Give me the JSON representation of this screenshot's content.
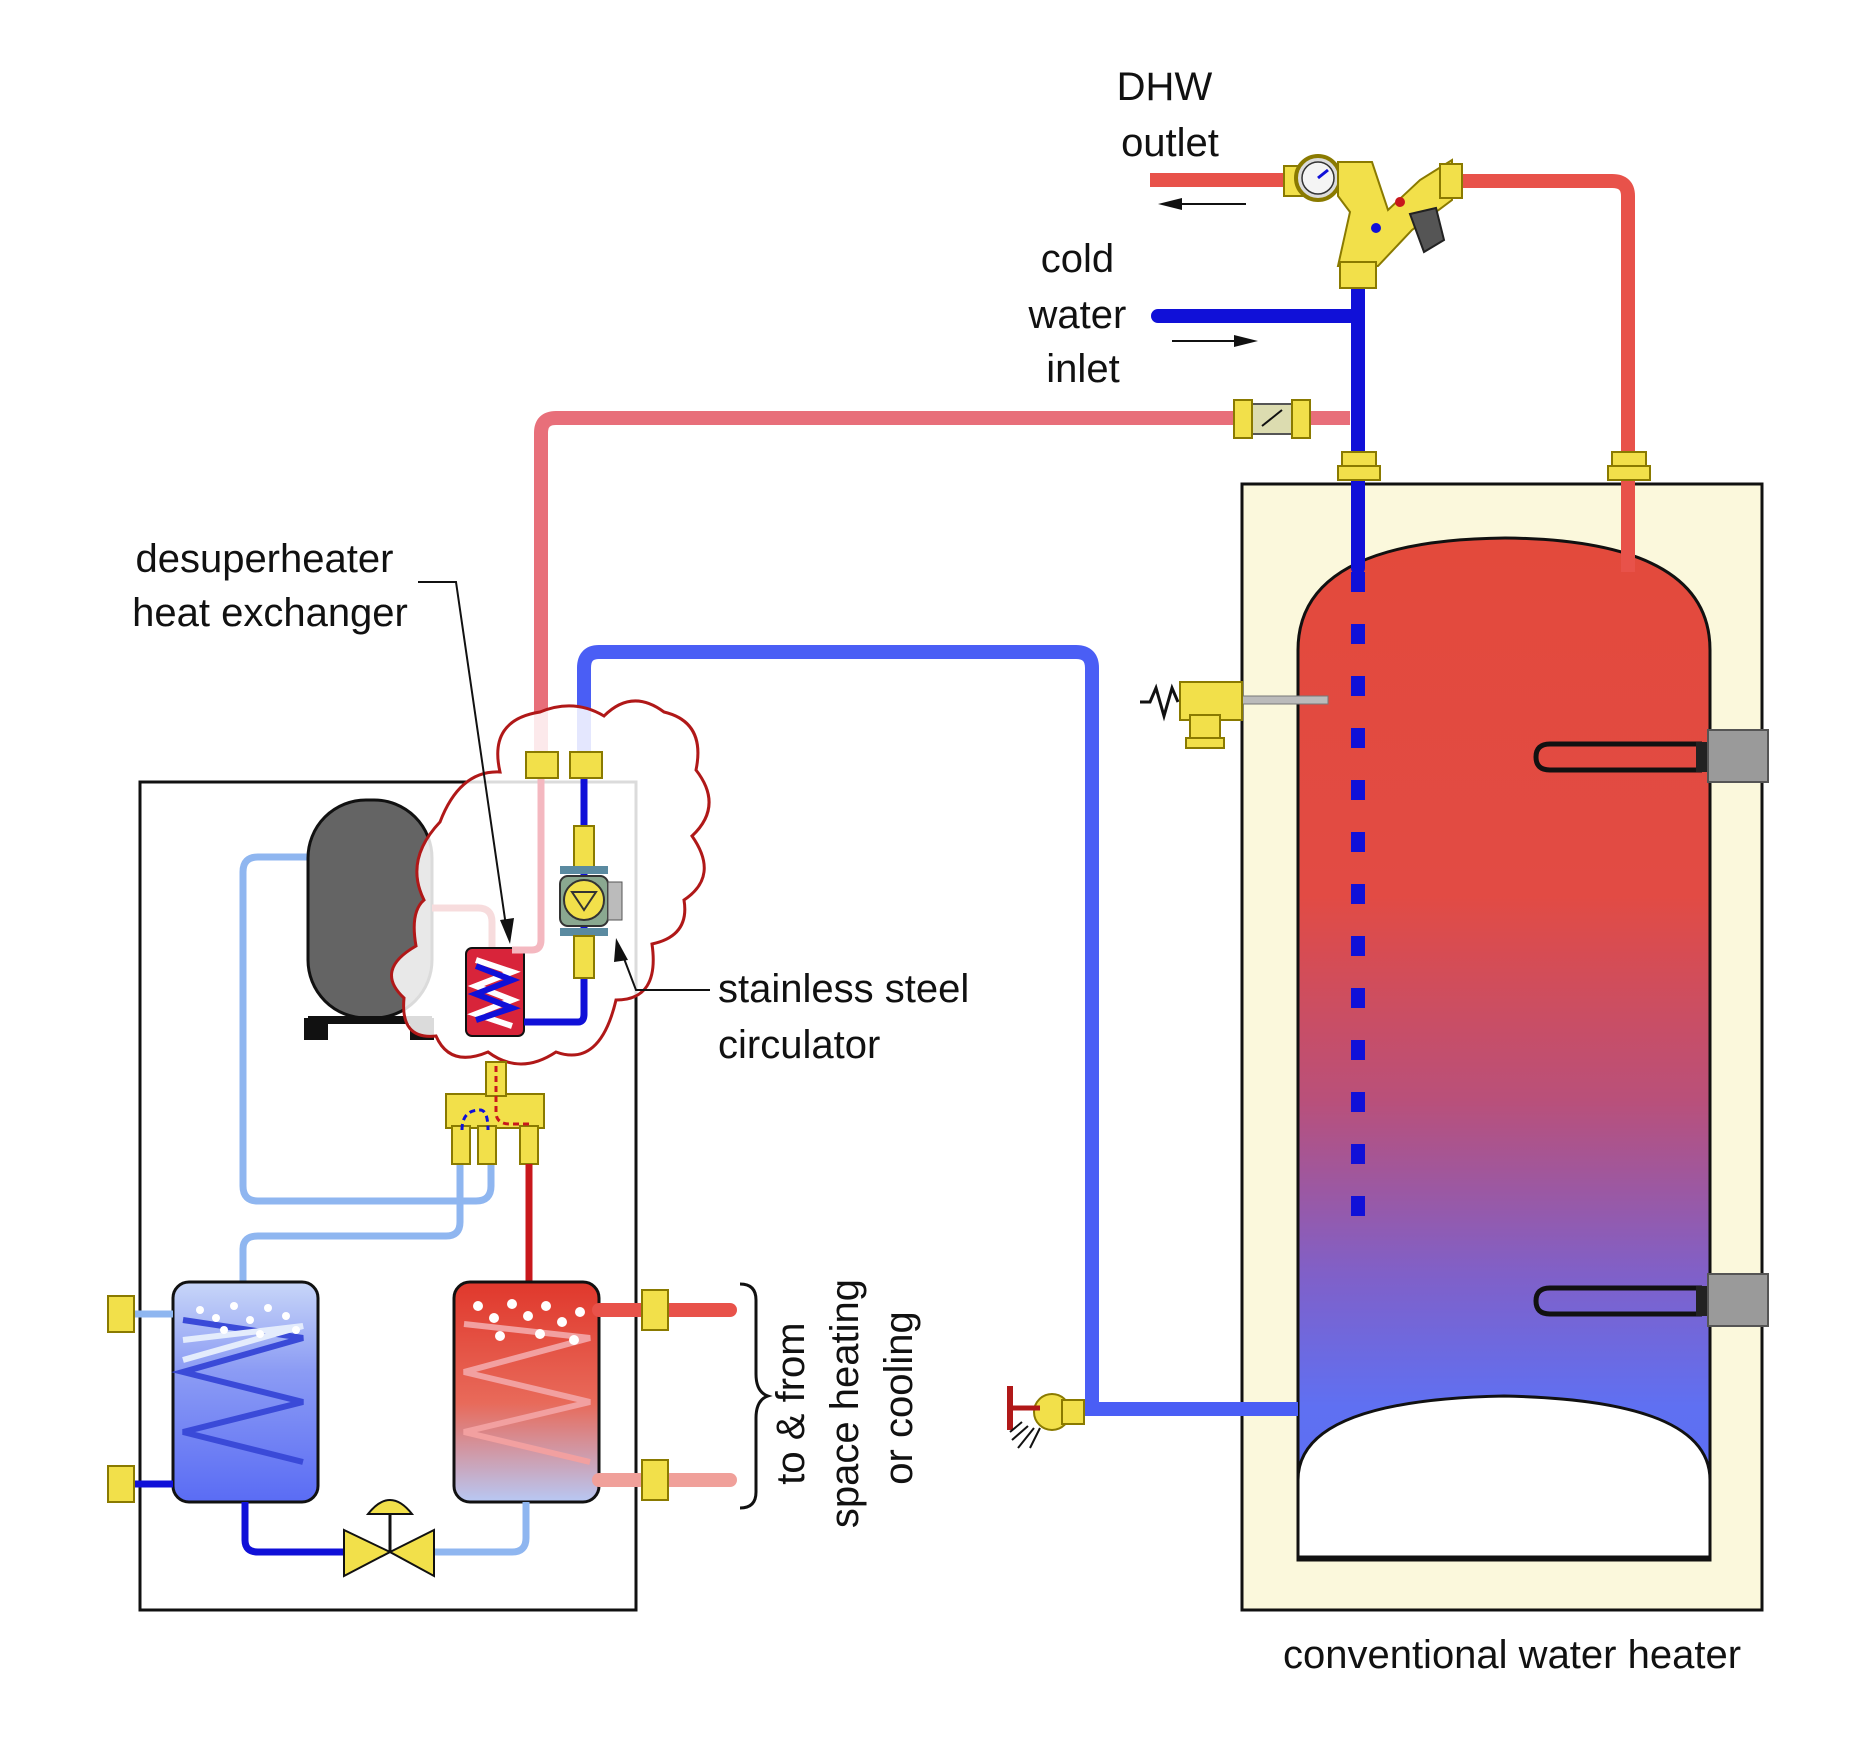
{
  "labels": {
    "dhw_outlet": [
      "DHW",
      "outlet"
    ],
    "cold_water_inlet": [
      "cold",
      "water",
      "inlet"
    ],
    "desuperheater": [
      "desuperheater",
      "heat exchanger"
    ],
    "circulator": [
      "stainless steel",
      "circulator"
    ],
    "space_heating": [
      "to & from",
      "space heating",
      "or cooling"
    ],
    "water_heater": "conventional water heater"
  },
  "colors": {
    "hot_pipe": "#e8524a",
    "desuperheater_pipe": "#e86f7a",
    "cold_pipe": "#1010d8",
    "return_pipe": "#4a5ef5",
    "light_loop": "#8fb6f0",
    "refrigerant_hot": "#c8181c",
    "tank_jacket": "#fbf8dc",
    "tank_hot": "#e34a3c",
    "tank_cold": "#5a6cf4",
    "brass": "#f2e04a",
    "cloud_outline": "#b01818"
  }
}
